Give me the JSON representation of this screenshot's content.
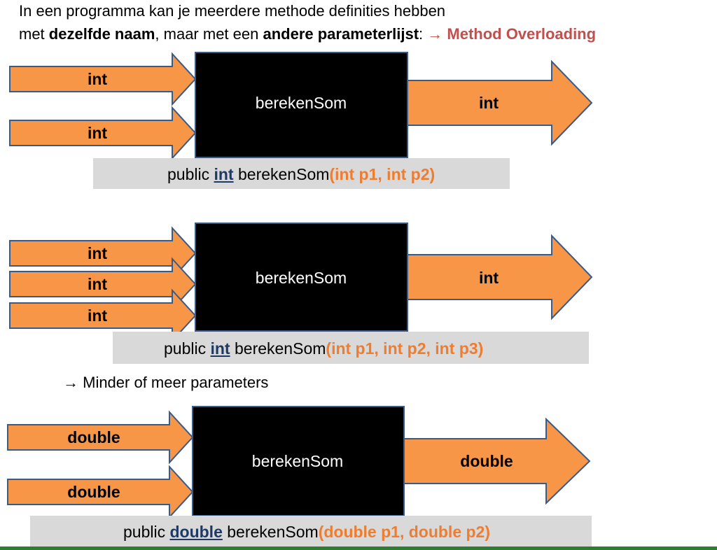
{
  "intro": {
    "line1": "In een programma kan je meerdere methode definities hebben",
    "line2_part1": "met ",
    "line2_bold1": "dezelfde naam",
    "line2_part2": ",  maar met een ",
    "line2_bold2": "andere parameterlijst",
    "line2_part3": ": ",
    "highlight": "→ Method Overloading"
  },
  "diagrams": [
    {
      "inputs": [
        "int",
        "int"
      ],
      "method_name": "berekenSom",
      "output": "int",
      "signature": {
        "prefix": "public ",
        "return_type": "int",
        "name": " berekenSom",
        "params": "(int p1, int p2)"
      }
    },
    {
      "inputs": [
        "int",
        "int",
        "int"
      ],
      "method_name": "berekenSom",
      "output": "int",
      "signature": {
        "prefix": "public ",
        "return_type": "int",
        "name": " berekenSom",
        "params": "(int p1, int p2, int p3)"
      }
    },
    {
      "inputs": [
        "double",
        "double"
      ],
      "method_name": "berekenSom",
      "output": "double",
      "signature": {
        "prefix": "public ",
        "return_type": "double",
        "name": " berekenSom",
        "params": "(double p1, double p2)"
      }
    }
  ],
  "note": "→ Minder of meer parameters",
  "colors": {
    "arrow_fill": "#f79646",
    "arrow_stroke": "#3a5a88",
    "box_fill": "#000000",
    "signature_bar": "#d9d9d9",
    "return_type": "#1f3864",
    "params": "#ed7d31",
    "highlight": "#c0504d",
    "bottom_rule": "#2e7d32"
  }
}
